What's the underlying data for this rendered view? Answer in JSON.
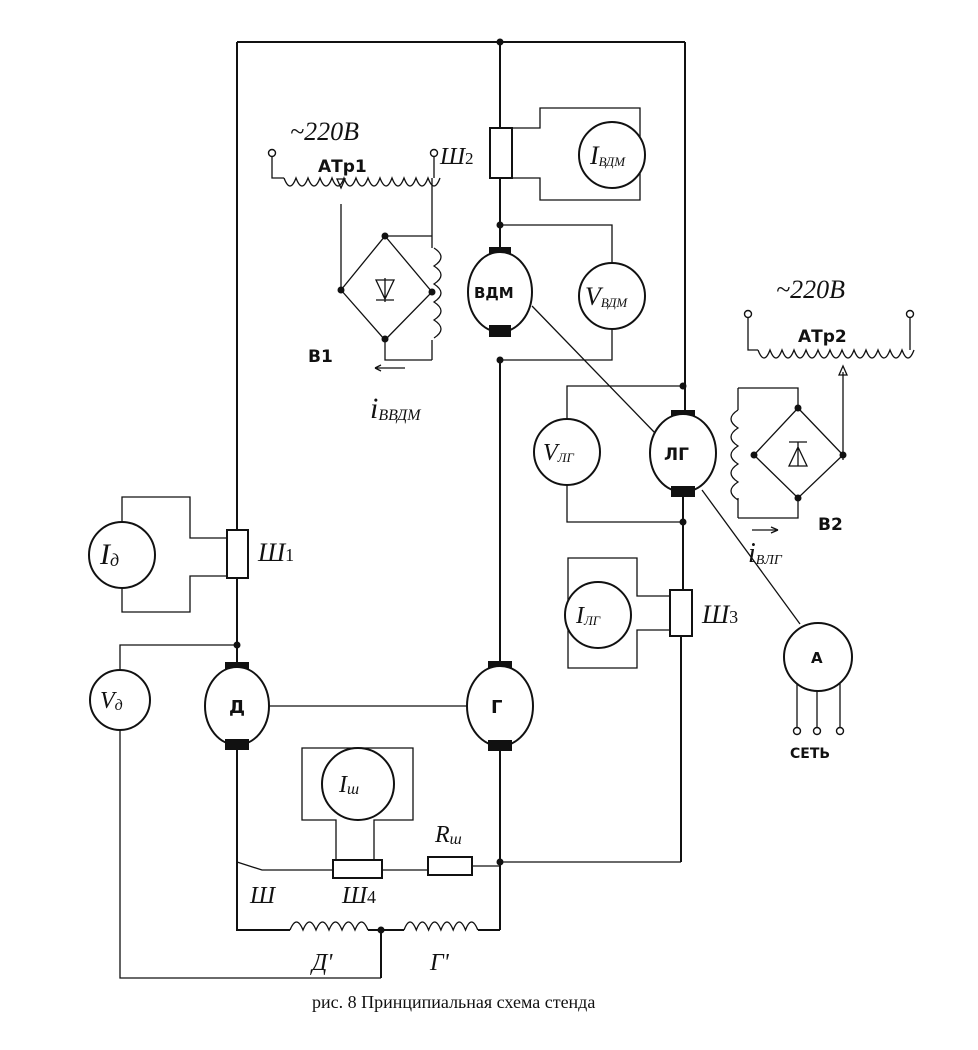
{
  "labels": {
    "supply1": "~220В",
    "atr1": "АТр1",
    "shunt2": "Ш",
    "shunt2_sub": "2",
    "i_vdm": "I",
    "i_vdm_sub": "ВДМ",
    "vdm": "ВДМ",
    "v_vdm": "V",
    "v_vdm_sub": "ВДМ",
    "b1": "В1",
    "i_vvdm": "i",
    "i_vvdm_sub": "ВВДМ",
    "supply2": "~220В",
    "atr2": "АТр2",
    "v_lg": "V",
    "v_lg_sub": "ЛГ",
    "lg": "ЛГ",
    "b2": "В2",
    "i_vlg": "i",
    "i_vlg_sub": "ВЛГ",
    "i_d": "I",
    "i_d_sub": "д",
    "shunt1": "Ш",
    "shunt1_sub": "1",
    "i_lg": "I",
    "i_lg_sub": "ЛГ",
    "shunt3": "Ш",
    "shunt3_sub": "3",
    "v_d": "V",
    "v_d_sub": "д",
    "d": "Д",
    "g": "Г",
    "a": "А",
    "set": "СЕТЬ",
    "i_sh": "I",
    "i_sh_sub": "ш",
    "r_sh": "R",
    "r_sh_sub": "ш",
    "sh": "Ш",
    "shunt4": "Ш",
    "shunt4_sub": "4",
    "d_field": "Д'",
    "g_field": "Г'"
  },
  "caption": "рис. 8 Принципиальная схема стенда"
}
